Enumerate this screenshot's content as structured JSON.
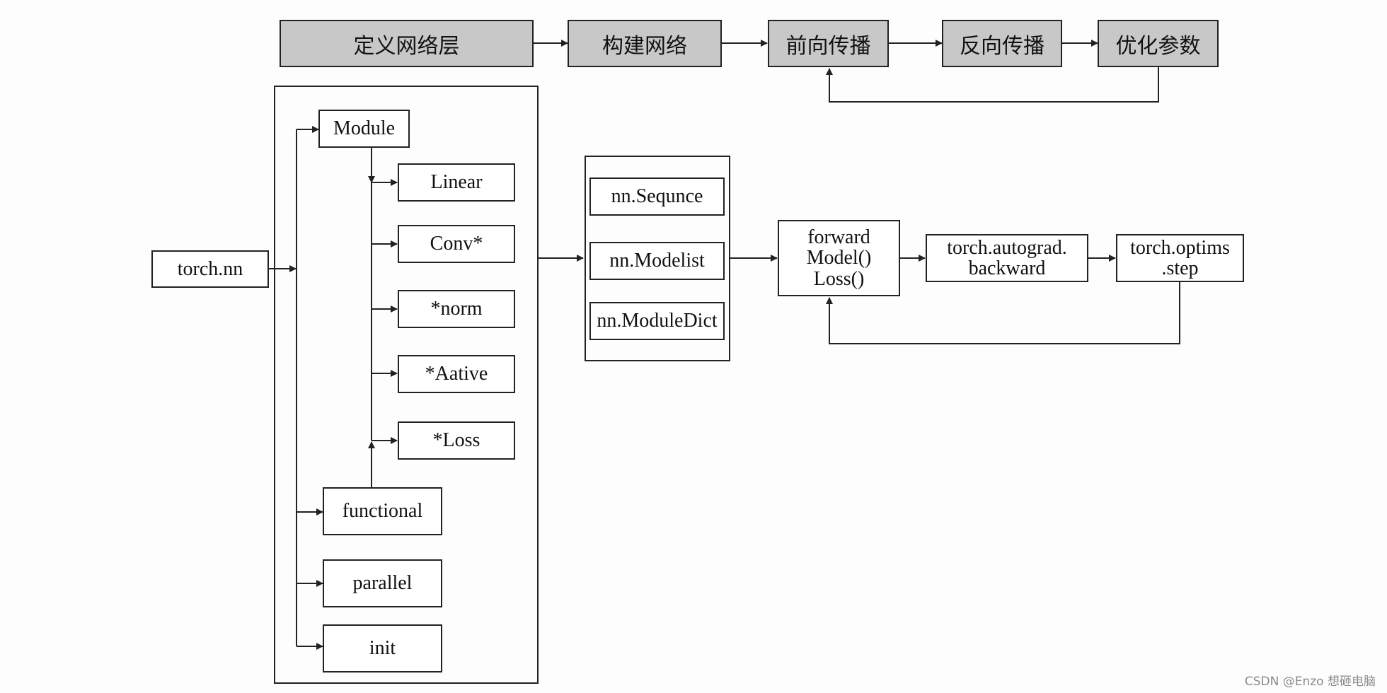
{
  "top_flow": {
    "define_layers": "定义网络层",
    "build_network": "构建网络",
    "forward": "前向传播",
    "backward": "反向传播",
    "optimize": "优化参数"
  },
  "torch_nn": "torch.nn",
  "nn_children": {
    "module": "Module",
    "functional": "functional",
    "parallel": "parallel",
    "init": "init"
  },
  "module_children": {
    "linear": "Linear",
    "conv": "Conv*",
    "norm": "*norm",
    "activation": "*Aative",
    "loss": "*Loss"
  },
  "containers": {
    "sequence": "nn.Sequnce",
    "modulelist": "nn.Modelist",
    "moduledict": "nn.ModuleDict"
  },
  "training_loop": {
    "forward_lines": [
      "forward",
      "Model()",
      "Loss()"
    ],
    "autograd_lines": [
      "torch.autograd.",
      "backward"
    ],
    "optim_lines": [
      "torch.optims",
      ".step"
    ]
  },
  "watermark": "CSDN @Enzo 想砸电脑",
  "colors": {
    "line": "#222222",
    "step_fill": "#c8c8c8",
    "box_fill": "#ffffff"
  }
}
